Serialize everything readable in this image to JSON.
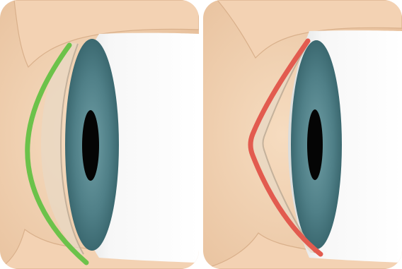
{
  "panels": [
    {
      "id": "left",
      "cornea_outline": "normal",
      "outline_color": "#6cc24a"
    },
    {
      "id": "right",
      "cornea_outline": "cone",
      "outline_color": "#e25b4f"
    }
  ],
  "colors": {
    "skin": "#f0d3b4",
    "skin_shadow": "#d7b08b",
    "sclera": "#f2f3f3",
    "iris": "#4e7f86",
    "pupil": "#050505"
  }
}
